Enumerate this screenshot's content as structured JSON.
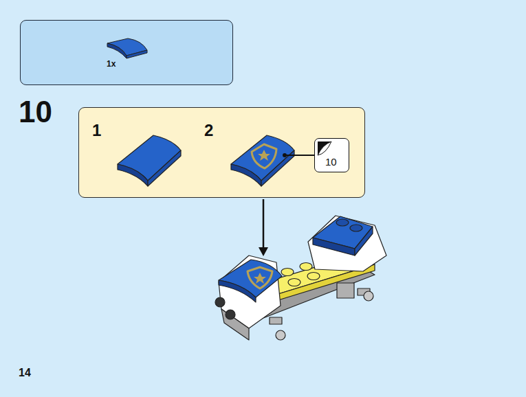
{
  "diagram": {
    "nodes": [
      {
        "text": [
          "1x"
        ]
      },
      {
        "text": [
          "1",
          "2"
        ]
      },
      {
        "text": [
          "10"
        ],
        "in": 1
      }
    ],
    "labels": [
      "10",
      "14"
    ]
  }
}
